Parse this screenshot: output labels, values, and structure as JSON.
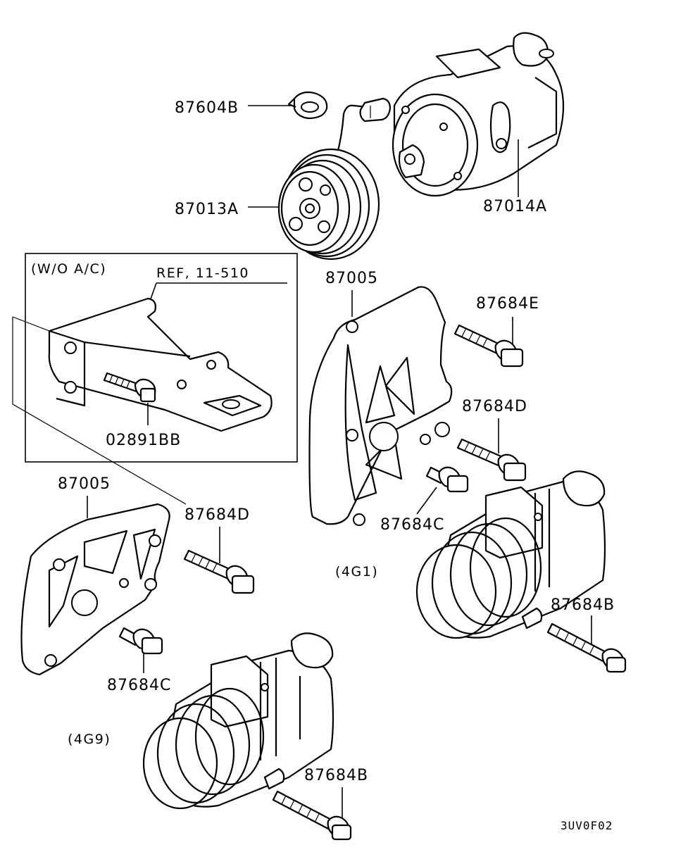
{
  "diagram": {
    "parts": {
      "clamp": "87604B",
      "clutch": "87013A",
      "compressor": "87014A",
      "bracket_4g1": "87005",
      "bolt_e": "87684E",
      "bolt_d_right": "87684D",
      "bolt_c_right": "87684C",
      "bolt_b_right": "87684B",
      "bracket_4g9": "87005",
      "bolt_d_left": "87684D",
      "bolt_c_left": "87684C",
      "bolt_b_left": "87684B",
      "inset_bolt": "02891BB"
    },
    "inset": {
      "title": "(W/O  A/C)",
      "ref": "REF, 11-510"
    },
    "variants": {
      "g1": "(4G1)",
      "g9": "(4G9)"
    },
    "drawing_code": "3UV0F02"
  }
}
